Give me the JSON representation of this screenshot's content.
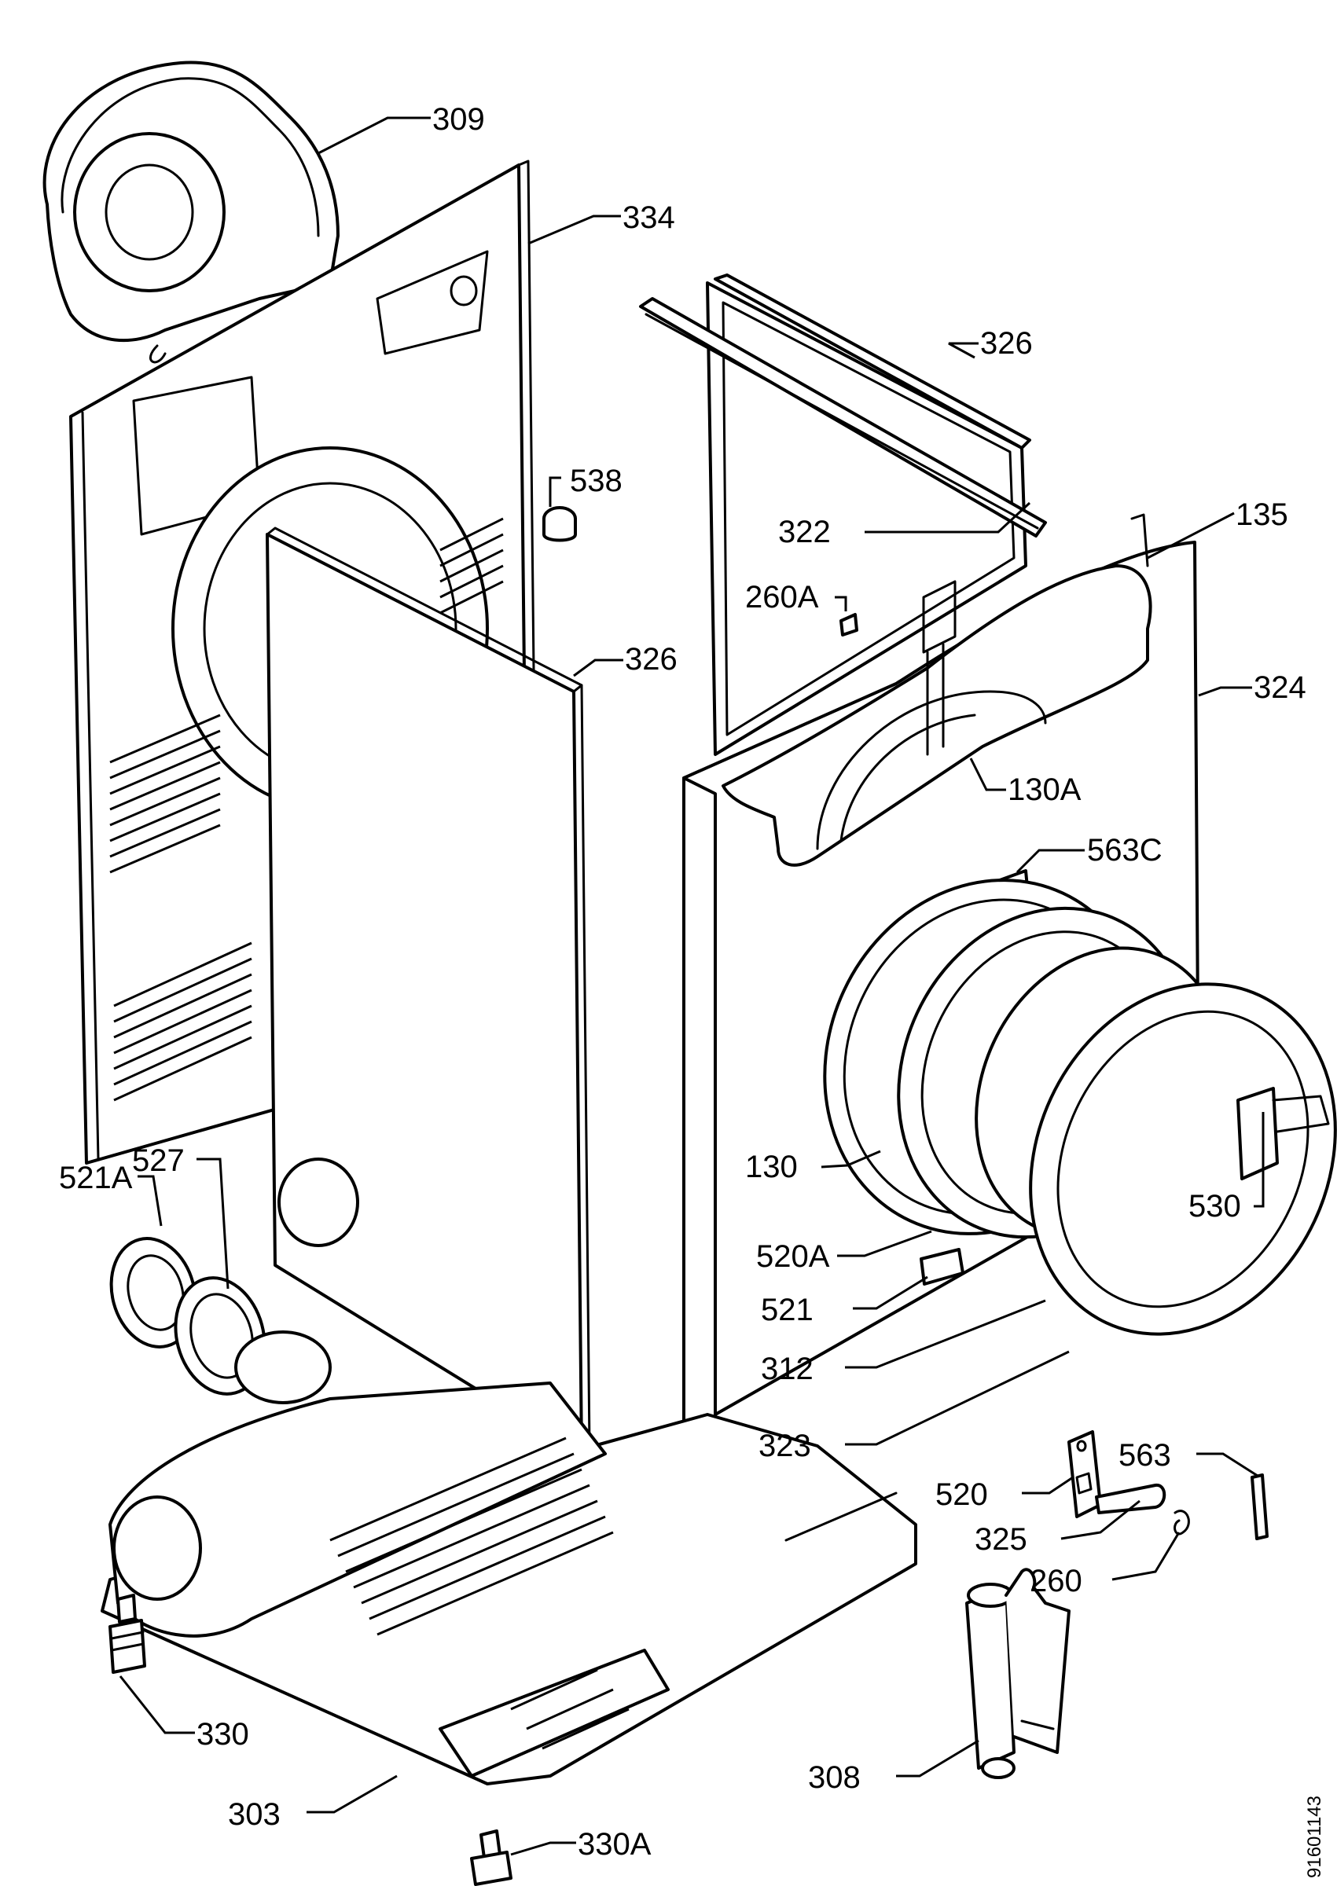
{
  "callouts": {
    "c309": "309",
    "c334": "334",
    "c326_top": "326",
    "c538": "538",
    "c322": "322",
    "c135": "135",
    "c260A": "260A",
    "c326_mid": "326",
    "c324": "324",
    "c130A": "130A",
    "c563C": "563C",
    "c527": "527",
    "c521A": "521A",
    "c130": "130",
    "c530": "530",
    "c520A": "520A",
    "c521": "521",
    "c312": "312",
    "c323": "323",
    "c563": "563",
    "c520": "520",
    "c325": "325",
    "c260": "260",
    "c330": "330",
    "c308": "308",
    "c303": "303",
    "c330A": "330A"
  },
  "drawing_code": "91601143"
}
